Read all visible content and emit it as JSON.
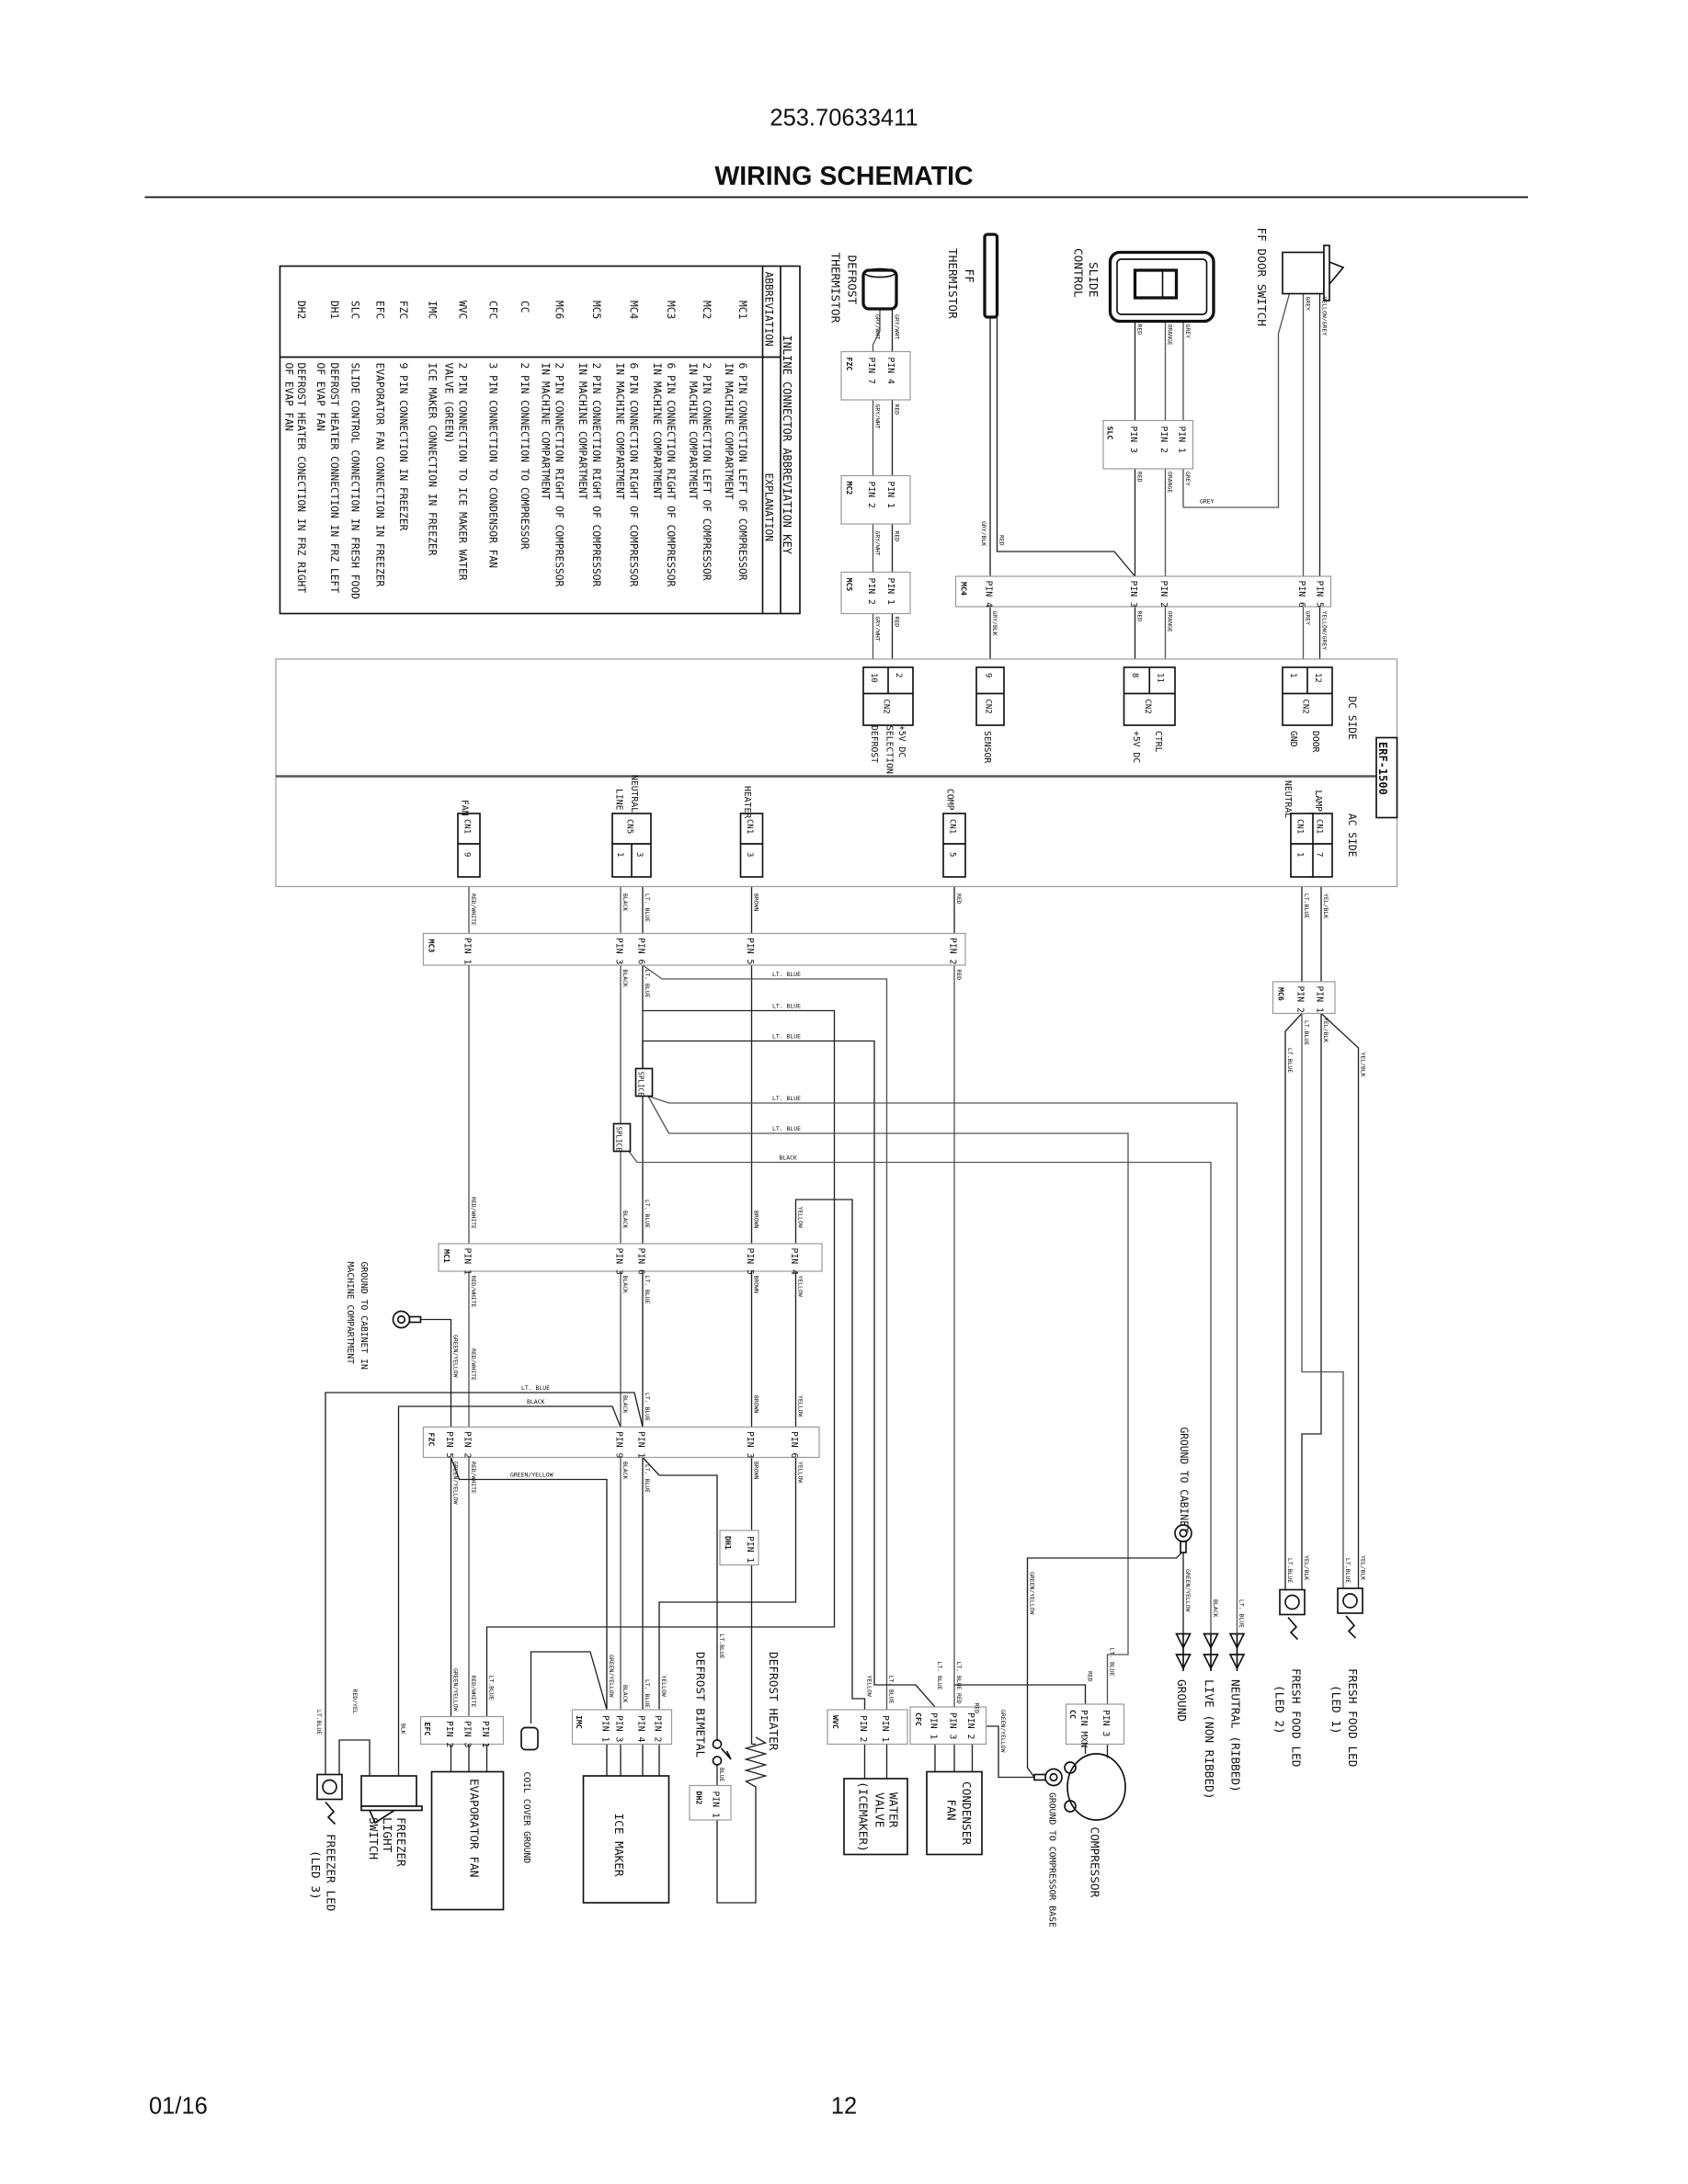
{
  "header": {
    "model": "253.70633411",
    "title": "WIRING SCHEMATIC"
  },
  "footer": {
    "date": "01/16",
    "page": "12"
  },
  "key": {
    "title": "INLINE CONNECTOR ABBREVIATION KEY",
    "col_abbr": "ABBREVIATION",
    "col_expl": "EXPLANATION",
    "rows": [
      {
        "abbr": "MC1",
        "lines": [
          "6 PIN CONNECTION LEFT OF COMPRESSOR",
          "IN MACHINE COMPARTMENT"
        ]
      },
      {
        "abbr": "MC2",
        "lines": [
          "2 PIN CONNECTION LEFT OF COMPRESSOR",
          "IN MACHINE COMPARTMENT"
        ]
      },
      {
        "abbr": "MC3",
        "lines": [
          "6 PIN CONNECTION RIGHT OF COMPRESSOR",
          "IN MACHINE COMPARTMENT"
        ]
      },
      {
        "abbr": "MC4",
        "lines": [
          "6 PIN CONNECTION RIGHT OF COMPRESSOR",
          "IN MACHINE COMPARTMENT"
        ]
      },
      {
        "abbr": "MC5",
        "lines": [
          "2 PIN CONNECTION RIGHT OF COMPRESSOR",
          "IN MACHINE COMPARTMENT"
        ]
      },
      {
        "abbr": "MC6",
        "lines": [
          "2 PIN CONNECTION RIGHT OF COMPRESSOR",
          "IN MACHINE COMPARTMENT"
        ]
      },
      {
        "abbr": "CC",
        "lines": [
          "2 PIN CONNECTION TO COMPRESSOR"
        ]
      },
      {
        "abbr": "CFC",
        "lines": [
          "3 PIN CONNECTION TO CONDENSOR FAN"
        ]
      },
      {
        "abbr": "WVC",
        "lines": [
          "2 PIN CONNECTION TO ICE MAKER WATER",
          "VALVE (GREEN)"
        ]
      },
      {
        "abbr": "IMC",
        "lines": [
          "ICE MAKER CONNECTION IN FREEZER"
        ]
      },
      {
        "abbr": "FZC",
        "lines": [
          "9 PIN CONNECTION IN FREEZER"
        ]
      },
      {
        "abbr": "EFC",
        "lines": [
          "EVAPORATOR FAN CONNECTION IN FREEZER"
        ]
      },
      {
        "abbr": "SLC",
        "lines": [
          "SLIDE CONTROL CONNECTION IN FRESH FOOD"
        ]
      },
      {
        "abbr": "DH1",
        "lines": [
          "DEFROST HEATER CONNECTION IN FRZ LEFT",
          "OF EVAP FAN"
        ]
      },
      {
        "abbr": "DH2",
        "lines": [
          "DEFROST HEATER CONECTION IN FRZ RIGHT",
          "OF EVAP FAN"
        ]
      }
    ]
  },
  "components": {
    "ff_door_switch": "FF DOOR SWITCH",
    "slide_control": [
      "SLIDE",
      "CONTROL"
    ],
    "ff_thermistor": [
      "FF",
      "THERMISTOR"
    ],
    "defrost_thermistor": [
      "DEFROST",
      "THERMISTOR"
    ],
    "ground_machine": [
      "GROUND TO CABINET IN",
      "MACHINE COMPARTMENT"
    ],
    "ground_cabinet": "GROUND TO CABINET",
    "neutral": "NEUTRAL (RIBBED)",
    "live": "LIVE (NON RIBBED)",
    "ground": "GROUND",
    "ff_led1": [
      "FRESH FOOD LED",
      "(LED 1)"
    ],
    "ff_led2": [
      "FRESH FOOD LED",
      "(LED 2)"
    ],
    "freezer_led": [
      "FREEZER LED",
      "(LED 3)"
    ],
    "freezer_switch": [
      "FREEZER",
      "LIGHT",
      "SWITCH"
    ],
    "evap_fan": "EVAPORATOR FAN",
    "coil_ground": "COIL COVER GROUND",
    "ice_maker": "ICE MAKER",
    "defrost_bimetal": "DEFROST BIMETAL",
    "defrost_heater": "DEFROST HEATER",
    "water_valve": [
      "WATER",
      "VALVE",
      "(ICEMAKER)"
    ],
    "condenser_fan": [
      "CONDENSER",
      "FAN"
    ],
    "compressor": "COMPRESSOR",
    "ground_comp": "GROUND TO COMPRESSOR BASE"
  },
  "board": {
    "name": "ERF-1500",
    "dc_side": "DC SIDE",
    "ac_side": "AC SIDE",
    "dc": [
      {
        "conn": "CN2",
        "pins": [
          "12",
          "1"
        ],
        "labels": [
          "DOOR",
          "GND"
        ]
      },
      {
        "conn": "CN2",
        "pins": [
          "11",
          "8"
        ],
        "labels": [
          "CTRL",
          "+5V DC"
        ]
      },
      {
        "conn": "CN2",
        "pins": [
          "9"
        ],
        "labels": [
          "SENSOR"
        ]
      },
      {
        "conn": "CN2",
        "pins": [
          "2",
          "10"
        ],
        "labels": [
          "+5V DC",
          "SELECTION",
          "DEFROST"
        ]
      }
    ],
    "ac": [
      {
        "conn": "CN1",
        "pins": [
          "7"
        ],
        "labels": [
          "LAMP"
        ]
      },
      {
        "conn": "CN1",
        "pins": [
          "1"
        ],
        "labels": [
          "NEUTRAL"
        ]
      },
      {
        "conn": "CN1",
        "pins": [
          "5"
        ],
        "labels": [
          "COMP"
        ]
      },
      {
        "conn": "CN1",
        "pins": [
          "3"
        ],
        "labels": [
          "HEATER"
        ]
      },
      {
        "conn": "CN5",
        "pins": [
          "3",
          "1"
        ],
        "labels": [
          "NEUTRAL",
          "LINE"
        ]
      },
      {
        "conn": "CN1",
        "pins": [
          "9"
        ],
        "labels": [
          "FAN"
        ]
      }
    ]
  },
  "connectors": {
    "slc": {
      "name": "SLC",
      "pins": [
        "PIN 1",
        "PIN 2",
        "PIN 3"
      ]
    },
    "mc4": {
      "name": "MC4",
      "pins": [
        "PIN 5",
        "PIN 6",
        "PIN 2",
        "PIN 3",
        "PIN 4"
      ]
    },
    "fzc_top": {
      "name": "FZC",
      "pins": [
        "PIN 4",
        "PIN 7"
      ]
    },
    "mc2": {
      "name": "MC2",
      "pins": [
        "PIN 1",
        "PIN 2"
      ]
    },
    "mc5": {
      "name": "MC5",
      "pins": [
        "PIN 1",
        "PIN 2"
      ]
    },
    "mc6": {
      "name": "MC6",
      "pins": [
        "PIN 1",
        "PIN 2"
      ]
    },
    "mc3": {
      "name": "MC3",
      "pins": [
        "PIN 1",
        "PIN 3",
        "PIN 6",
        "PIN 5",
        "PIN 2"
      ]
    },
    "mc1": {
      "name": "MC1",
      "pins": [
        "PIN 1",
        "PIN 3",
        "PIN 6",
        "PIN 5",
        "PIN 4"
      ]
    },
    "fzc": {
      "name": "FZC",
      "pins": [
        "PIN 5",
        "PIN 2",
        "PIN 9",
        "PIN 1",
        "PIN 3",
        "PIN 6"
      ]
    },
    "dh1": {
      "name": "DH1",
      "pins": [
        "PIN 1"
      ]
    },
    "dh2": {
      "name": "DH2",
      "pins": [
        "PIN 1"
      ]
    },
    "efc": {
      "name": "EFC",
      "pins": [
        "PIN 1",
        "PIN 3",
        "PIN 2"
      ]
    },
    "imc": {
      "name": "IMC",
      "pins": [
        "PIN 2",
        "PIN 4",
        "PIN 3",
        "PIN 1"
      ]
    },
    "wvc": {
      "name": "WVC",
      "pins": [
        "PIN 1",
        "PIN 2"
      ]
    },
    "cfc": {
      "name": "CFC",
      "pins": [
        "PIN 2",
        "PIN 3",
        "PIN 1"
      ]
    },
    "cc": {
      "name": "CC",
      "pins": [
        "PIN 3",
        "PIN MXN"
      ]
    },
    "splice": "SPLICE"
  },
  "wires": [
    "YELLOW/GREY",
    "GREY",
    "GREY",
    "ORANGE",
    "RED",
    "GREY",
    "ORANGE",
    "RED",
    "GREY",
    "RED",
    "GRY/BLK",
    "YELLOW/GREY",
    "GREY",
    "ORANGE",
    "RED",
    "GRY/BLK",
    "GRY/WHT",
    "GRY/WHT",
    "RED",
    "GRY/WHT",
    "RED",
    "GRY/WHT",
    "RED",
    "GRY/WHT",
    "YEL/BLK",
    "LT.BLUE",
    "RED",
    "BROWN",
    "LT. BLUE",
    "BLACK",
    "RED/WHITE",
    "RED",
    "YEL/BLK",
    "LT.BLUE",
    "LT.BLUE",
    "YEL/BLK",
    "LT. BLUE",
    "LT. BLUE",
    "LT. BLUE",
    "LT. BLUE",
    "LT. BLUE",
    "BLACK",
    "BLACK",
    "LT. BLUE",
    "RED/WHITE",
    "BLACK",
    "LT. BLUE",
    "BROWN",
    "YELLOW",
    "RED/WHITE",
    "BLACK",
    "LT. BLUE",
    "BROWN",
    "YELLOW",
    "GREEN/YELLOW",
    "RED/WHITE",
    "LT. BLUE",
    "BLACK",
    "BLACK",
    "LT. BLUE",
    "BROWN",
    "YELLOW",
    "GREEN/YELLOW",
    "RED/WHITE",
    "GREEN/YELLOW",
    "BLACK",
    "LT. BLUE",
    "BROWN",
    "YELLOW",
    "LT.BLUE",
    "RED/YEL",
    "BLK",
    "GREEN/YELLOW",
    "RED/WHITE",
    "LT.BLUE",
    "GREEN/YELLOW",
    "BLACK",
    "LT. BLUE",
    "YELLOW",
    "LT.BLUE",
    "BLUE",
    "YELLOW",
    "LT. BLUE",
    "LT. BLUE",
    "LT. BLUE",
    "RED",
    "RED",
    "GREEN/YELLOW",
    "RED",
    "LT. BLUE",
    "GREEN/YELLOW",
    "GREEN/YELLOW",
    "BLACK",
    "LT. BLUE",
    "LT.BLUE",
    "YEL/BLK",
    "LT.BLUE",
    "YEL/BLK"
  ]
}
